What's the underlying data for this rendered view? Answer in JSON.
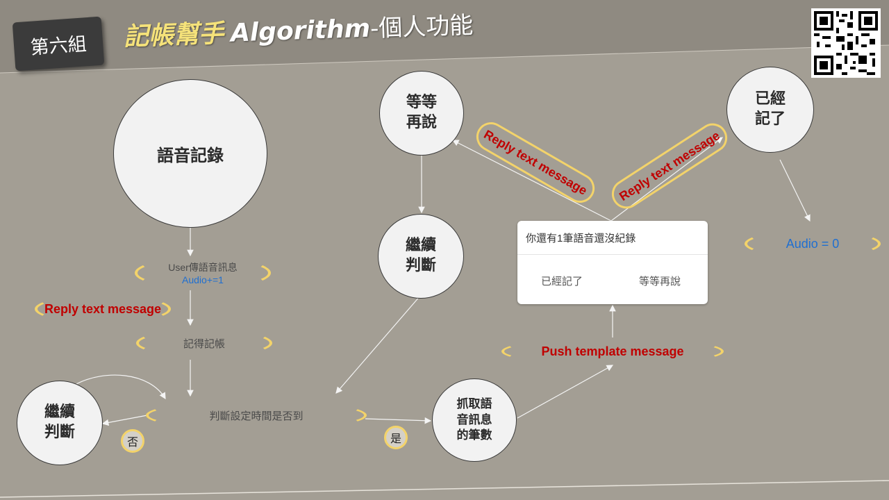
{
  "group_badge": "第六組",
  "title": {
    "part1": "記帳幫手",
    "part2": "Algorithm",
    "part3": "-個人功能"
  },
  "nodes": {
    "voice_record": "語音記錄",
    "wait_later": [
      "等等",
      "再說"
    ],
    "already_recorded": [
      "已經",
      "記了"
    ],
    "continue_top": [
      "繼續",
      "判斷"
    ],
    "continue_left": [
      "繼續",
      "判斷"
    ],
    "fetch_count": [
      "抓取語",
      "音訊息",
      "的筆數"
    ]
  },
  "pills": {
    "user_send": {
      "line1": "User傳語音訊息",
      "line2": "Audio+=1"
    },
    "reply_left": "Reply text message",
    "remember": "記得記帳",
    "check_time": "判斷設定時間是否到",
    "push_template": "Push template message",
    "reply_wait": "Reply text message",
    "reply_recorded": "Reply text message",
    "audio_zero": "Audio = 0"
  },
  "popup": {
    "message": "你還有1筆語音還沒紀錄",
    "btn_recorded": "已經記了",
    "btn_later": "等等再說"
  },
  "decisions": {
    "no": "否",
    "yes": "是"
  },
  "colors": {
    "background": "#a39e94",
    "pill_outline": "#f3d36a",
    "red_text": "#c00000",
    "blue_text": "#1f6fd1"
  },
  "icons": {
    "qr": "qr-code-icon"
  }
}
